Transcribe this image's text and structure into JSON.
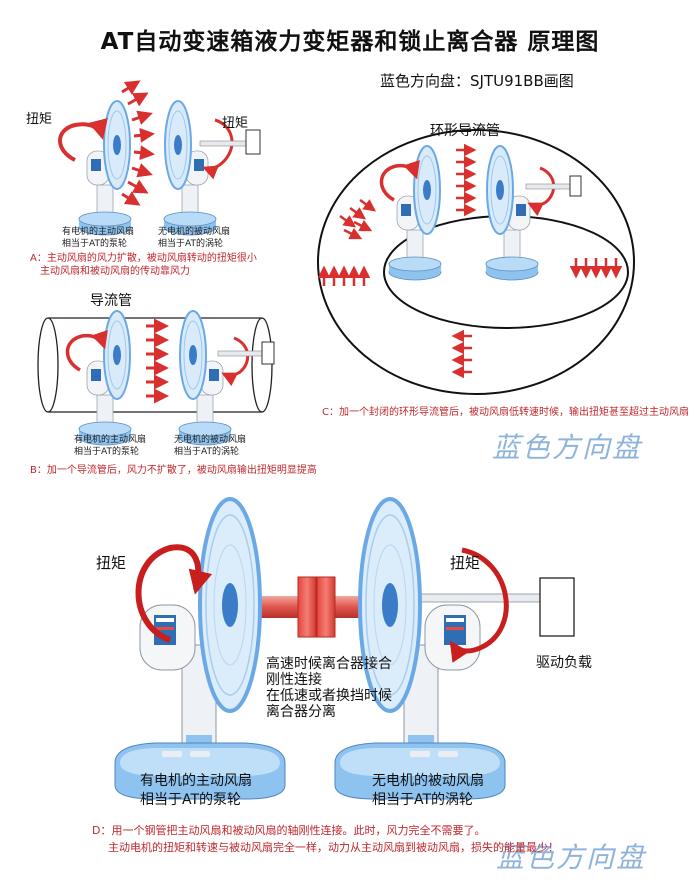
{
  "title": "AT自动变速箱液力变矩器和锁止离合器  原理图",
  "subtitle": "蓝色方向盘：SJTU91BB画图",
  "watermark": "蓝色方向盘",
  "panel_a": {
    "torque_left": "扭矩",
    "torque_right": "扭矩",
    "driving_fan": [
      "有电机的主动风扇",
      "相当于AT的泵轮"
    ],
    "driven_fan": [
      "无电机的被动风扇",
      "相当于AT的涡轮"
    ],
    "caption": [
      "A：主动风扇的风力扩散，被动风扇转动的扭矩很小",
      "主动风扇和被动风扇的传动靠风力"
    ]
  },
  "panel_b": {
    "label": "导流管",
    "driving_fan": [
      "有电机的主动风扇",
      "相当于AT的泵轮"
    ],
    "driven_fan": [
      "无电机的被动风扇",
      "相当于AT的涡轮"
    ],
    "caption": "B：加一个导流管后，风力不扩散了，被动风扇输出扭矩明显提高"
  },
  "panel_c": {
    "label": "环形导流管",
    "caption": "C：加一个封闭的环形导流管后，被动风扇低转速时候，输出扭矩甚至超过主动风扇"
  },
  "panel_d": {
    "torque_left": "扭矩",
    "torque_right": "扭矩",
    "load": "驱动负载",
    "clutch": [
      "高速时候离合器接合",
      "刚性连接",
      "在低速或者换挡时候",
      "离合器分离"
    ],
    "driving_fan": [
      "有电机的主动风扇",
      "相当于AT的泵轮"
    ],
    "driven_fan": [
      "无电机的被动风扇",
      "相当于AT的涡轮"
    ],
    "caption": [
      "D：用一个钢管把主动风扇和被动风扇的轴刚性连接。此时，风力完全不需要了。",
      "主动电机的扭矩和转速与被动风扇完全一样，动力从主动风扇到被动风扇，损失的能量最少！"
    ]
  },
  "colors": {
    "fan_blue": "#6aa9e6",
    "base_blue": "#8ec2ef",
    "arrow_red": "#d8302f",
    "caption_red": "#c0272d",
    "shaft_red": "#e0564e"
  }
}
